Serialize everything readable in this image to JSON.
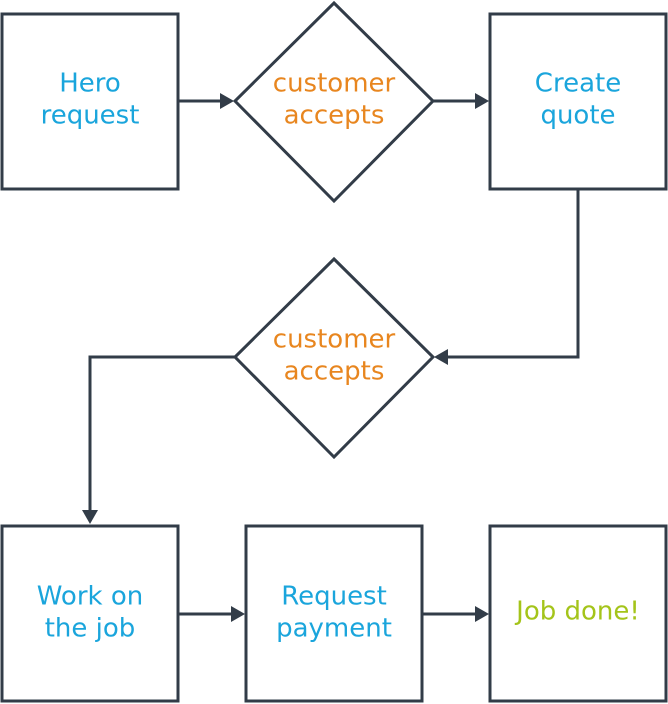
{
  "colors": {
    "stroke": "#323c48",
    "process_text": "#1aa5dc",
    "decision_text": "#e8861f",
    "end_text": "#a4c41a"
  },
  "nodes": {
    "hero_request": {
      "line1": "Hero",
      "line2": "request"
    },
    "decision_1": {
      "line1": "customer",
      "line2": "accepts"
    },
    "create_quote": {
      "line1": "Create",
      "line2": "quote"
    },
    "decision_2": {
      "line1": "customer",
      "line2": "accepts"
    },
    "work_on_job": {
      "line1": "Work on",
      "line2": "the job"
    },
    "request_payment": {
      "line1": "Request",
      "line2": "payment"
    },
    "job_done": {
      "line1": "Job done!"
    }
  },
  "edges": [
    {
      "from": "hero_request",
      "to": "decision_1"
    },
    {
      "from": "decision_1",
      "to": "create_quote"
    },
    {
      "from": "create_quote",
      "to": "decision_2"
    },
    {
      "from": "decision_2",
      "to": "work_on_job"
    },
    {
      "from": "work_on_job",
      "to": "request_payment"
    },
    {
      "from": "request_payment",
      "to": "job_done"
    }
  ]
}
